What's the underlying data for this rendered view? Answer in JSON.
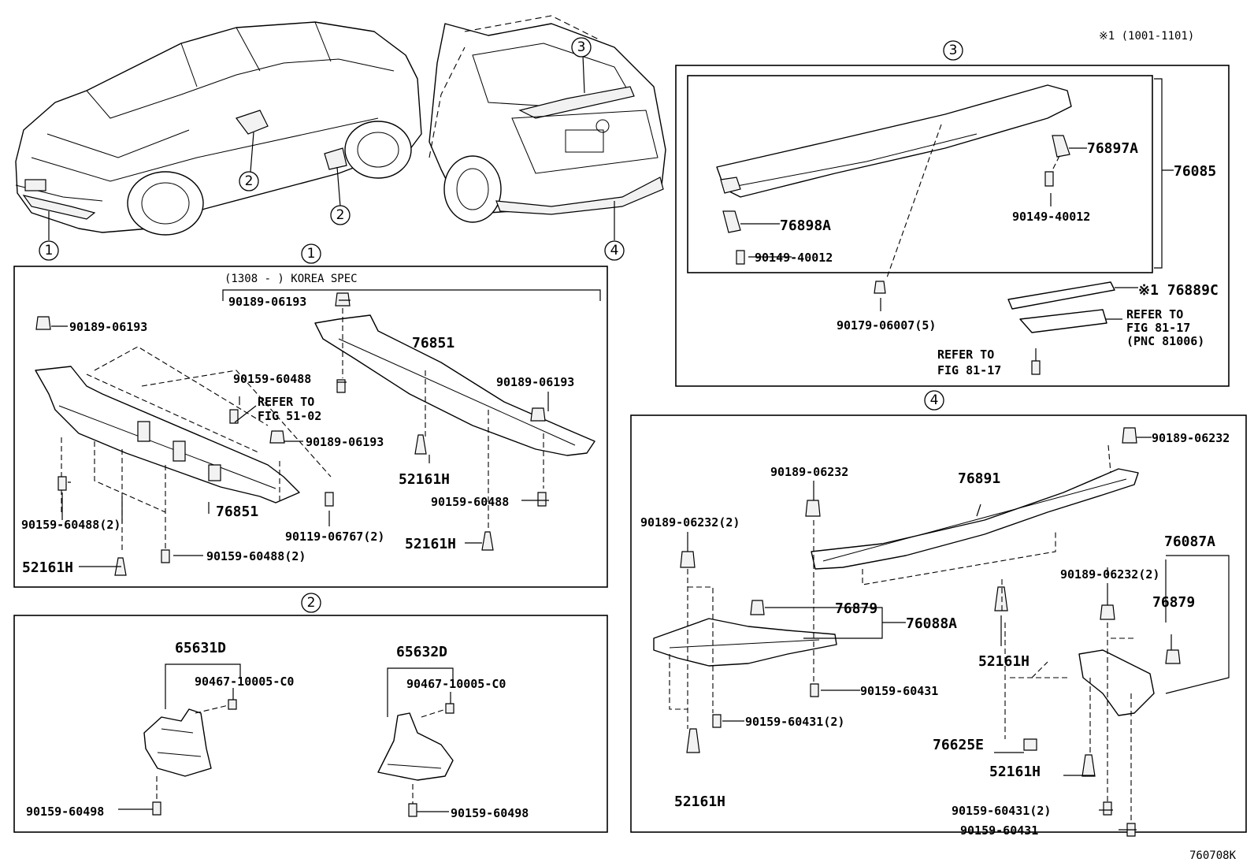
{
  "header_note": "※1 (1001-1101)",
  "footer_code": "760708K",
  "callouts": [
    "1",
    "2",
    "2",
    "3",
    "4",
    "1",
    "2",
    "3",
    "4"
  ],
  "section1": {
    "variant_note": "(1308 -      ) KOREA SPEC",
    "labels": {
      "p90189_a": "90189-06193",
      "p90189_b": "90189-06193",
      "p90189_c": "90189-06193",
      "p90189_d": "90189-06193",
      "p90159_a": "90159-60488",
      "p90159_b": "90159-60488(2)",
      "p90159_c": "90159-60488(2)",
      "p90159_d": "90159-60488",
      "refer_to": "REFER TO",
      "refer_fig": "FIG 51-02",
      "p76851_a": "76851",
      "p76851_b": "76851",
      "p52161_a": "52161H",
      "p52161_b": "52161H",
      "p52161_c": "52161H",
      "p90119": "90119-06767(2)"
    }
  },
  "section2": {
    "labels": {
      "p65631": "65631D",
      "p65632": "65632D",
      "p90467_a": "90467-10005-C0",
      "p90467_b": "90467-10005-C0",
      "p90159_a": "90159-60498",
      "p90159_b": "90159-60498"
    }
  },
  "section3": {
    "labels": {
      "p76897": "76897A",
      "p76085": "76085",
      "p76898": "76898A",
      "p90149_a": "90149-40012",
      "p90149_b": "90149-40012",
      "p90179": "90179-06007(5)",
      "p76889": "※1 76889C",
      "refer_to_a": "REFER TO",
      "refer_fig_a": "FIG 81-17",
      "refer_pnc": "(PNC 81006)",
      "refer_to_b": "REFER TO",
      "refer_fig_b": "FIG 81-17"
    }
  },
  "section4": {
    "labels": {
      "p90189_a": "90189-06232",
      "p90189_b": "90189-06232",
      "p90189_c": "90189-06232(2)",
      "p90189_d": "90189-06232(2)",
      "p76891": "76891",
      "p76087": "76087A",
      "p76879_a": "76879",
      "p76879_b": "76879",
      "p76088": "76088A",
      "p52161_a": "52161H",
      "p52161_b": "52161H",
      "p52161_c": "52161H",
      "p90159_a": "90159-60431",
      "p90159_b": "90159-60431(2)",
      "p90159_c": "90159-60431(2)",
      "p90159_d": "90159-60431",
      "p76625": "76625E"
    }
  }
}
